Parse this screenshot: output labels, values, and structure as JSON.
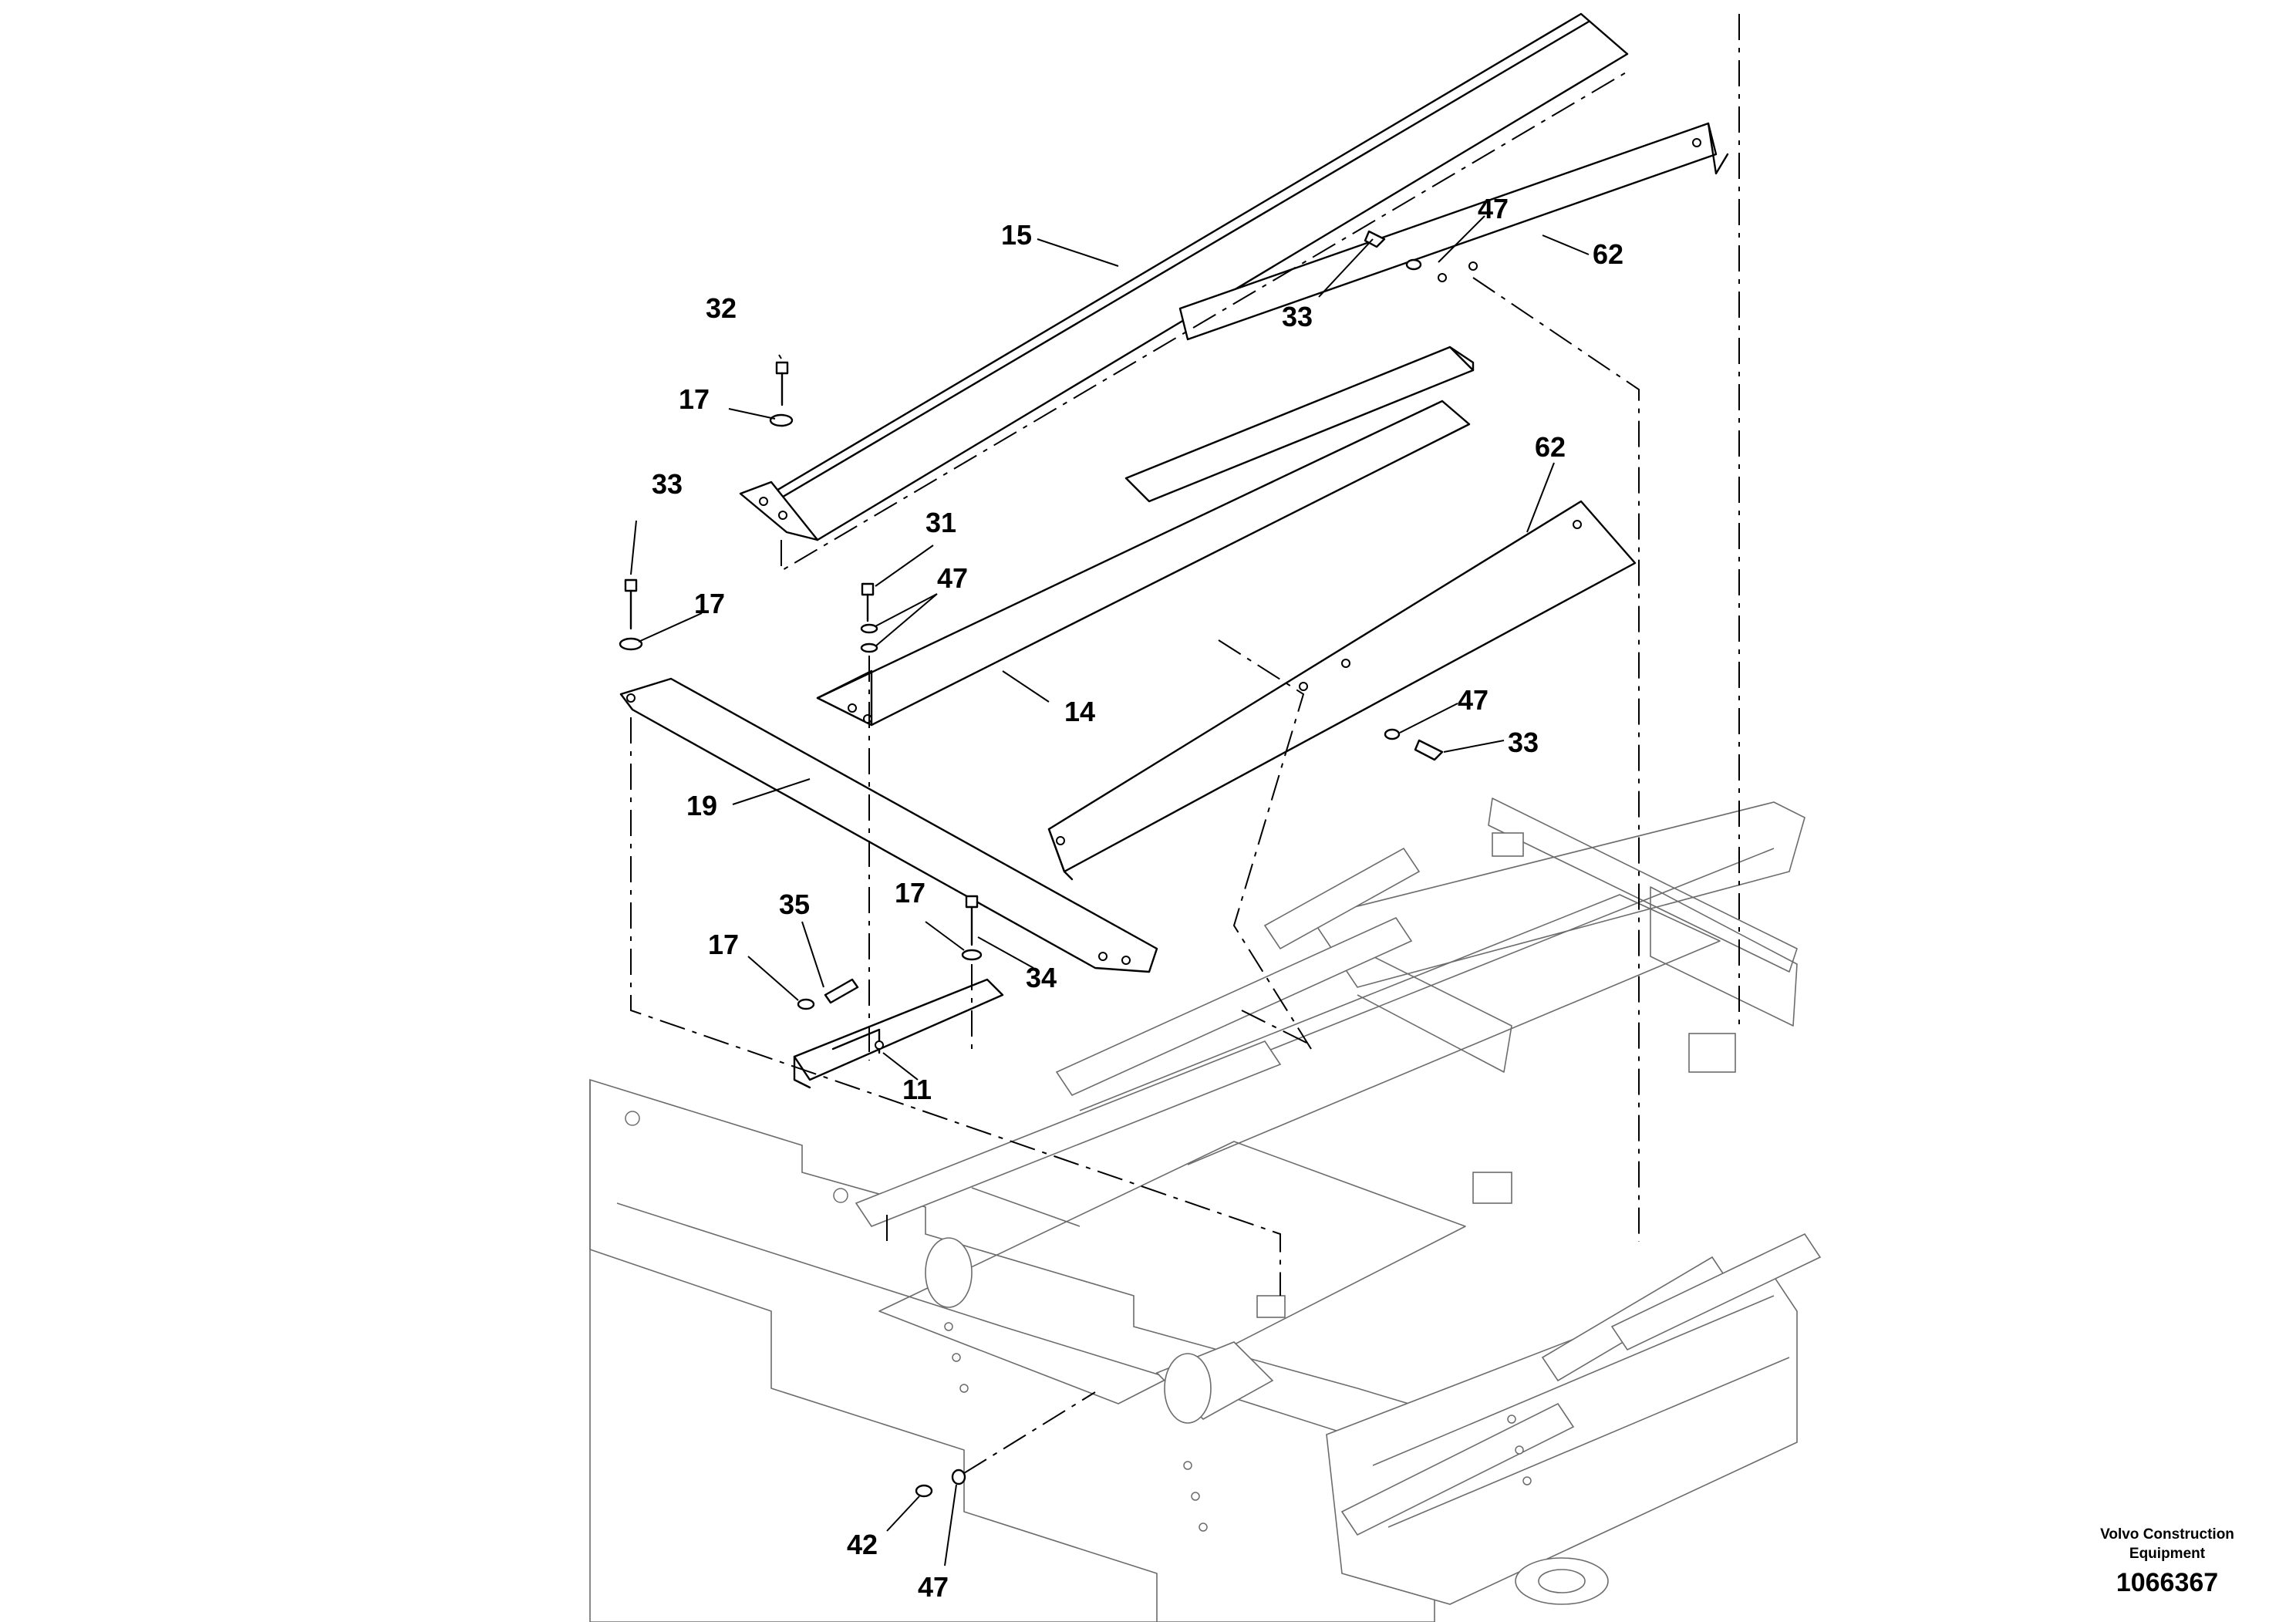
{
  "callouts": [
    {
      "id": "c15",
      "text": "15"
    },
    {
      "id": "c62a",
      "text": "62"
    },
    {
      "id": "c47a",
      "text": "47"
    },
    {
      "id": "c33a",
      "text": "33"
    },
    {
      "id": "c32",
      "text": "32"
    },
    {
      "id": "c17a",
      "text": "17"
    },
    {
      "id": "c33b",
      "text": "33"
    },
    {
      "id": "c17b",
      "text": "17"
    },
    {
      "id": "c31",
      "text": "31"
    },
    {
      "id": "c47b",
      "text": "47"
    },
    {
      "id": "c62b",
      "text": "62"
    },
    {
      "id": "c14",
      "text": "14"
    },
    {
      "id": "c47c",
      "text": "47"
    },
    {
      "id": "c33c",
      "text": "33"
    },
    {
      "id": "c19",
      "text": "19"
    },
    {
      "id": "c35",
      "text": "35"
    },
    {
      "id": "c17c",
      "text": "17"
    },
    {
      "id": "c17d",
      "text": "17"
    },
    {
      "id": "c34",
      "text": "34"
    },
    {
      "id": "c11",
      "text": "11"
    },
    {
      "id": "c42",
      "text": "42"
    },
    {
      "id": "c47d",
      "text": "47"
    }
  ],
  "credit_line1": "Volvo Construction",
  "credit_line2": "Equipment",
  "document_number": "1066367"
}
